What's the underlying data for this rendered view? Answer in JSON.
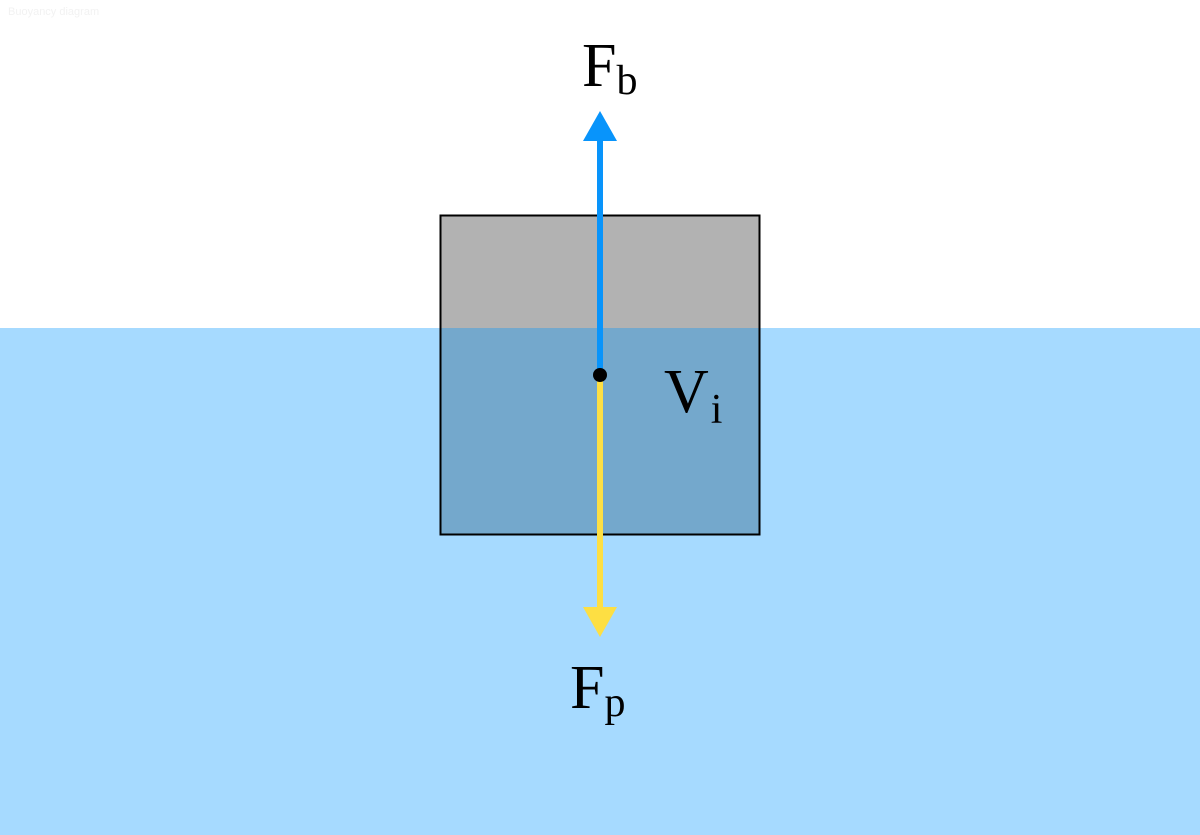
{
  "diagram": {
    "title": "Buoyancy diagram",
    "labels": {
      "buoyant_force": {
        "main": "F",
        "sub": "b"
      },
      "weight_force": {
        "main": "F",
        "sub": "p"
      },
      "immersed_volume": {
        "main": "V",
        "sub": "i"
      }
    },
    "colors": {
      "background": "#ffffff",
      "water": "#a6daff",
      "block_above": "#b2b2b2",
      "block_submerged": "#74a8cc",
      "block_border": "#000000",
      "buoyant_arrow": "#0894fb",
      "weight_arrow": "#fddf43",
      "center_point": "#000000"
    }
  }
}
